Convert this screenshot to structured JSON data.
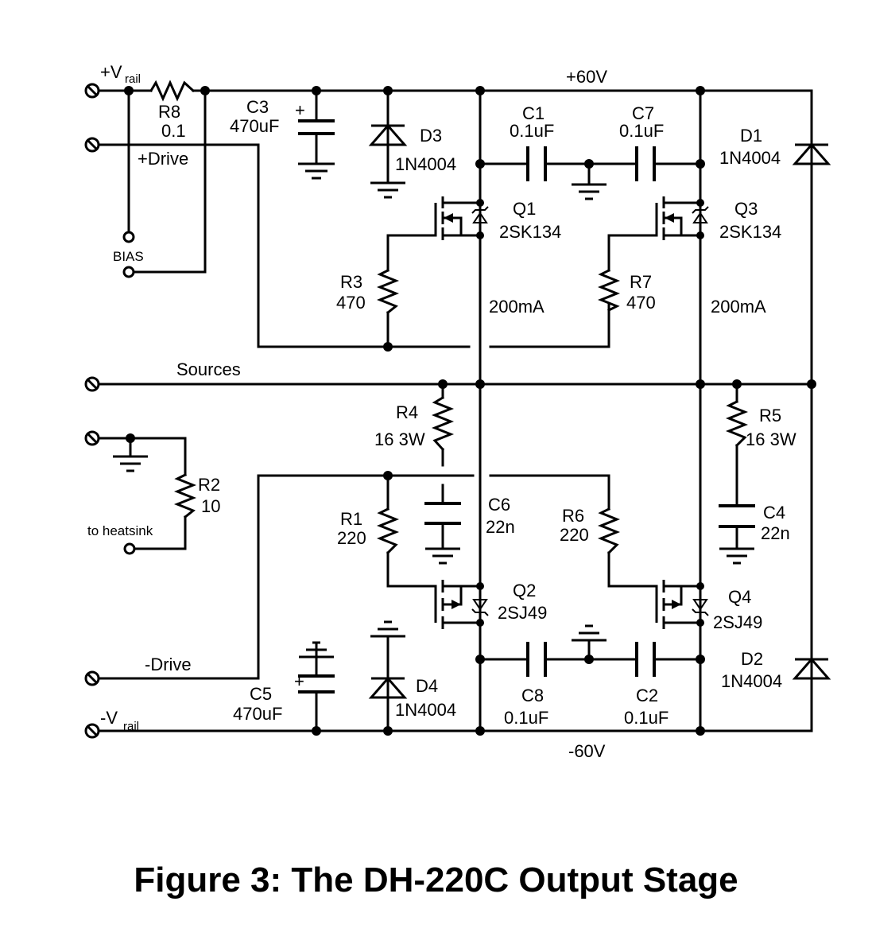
{
  "caption": "Figure 3: The DH-220C Output Stage",
  "terminals": {
    "vrail_pos_main": "+V",
    "vrail_pos_sub": "rail",
    "drive_pos": "+Drive",
    "bias": "BIAS",
    "sources": "Sources",
    "heatsink": "to heatsink",
    "drive_neg": "-Drive",
    "vrail_neg_main": "-V",
    "vrail_neg_sub": "rail"
  },
  "rails": {
    "pos": "+60V",
    "neg": "-60V"
  },
  "components": {
    "R8": {
      "ref": "R8",
      "value": "0.1"
    },
    "C3": {
      "ref": "C3",
      "value": "470uF",
      "polarity": "+"
    },
    "D3": {
      "ref": "D3",
      "value": "1N4004"
    },
    "C1": {
      "ref": "C1",
      "value": "0.1uF"
    },
    "C7": {
      "ref": "C7",
      "value": "0.1uF"
    },
    "D1": {
      "ref": "D1",
      "value": "1N4004"
    },
    "Q1": {
      "ref": "Q1",
      "value": "2SK134"
    },
    "Q3": {
      "ref": "Q3",
      "value": "2SK134"
    },
    "R3": {
      "ref": "R3",
      "value": "470"
    },
    "R7": {
      "ref": "R7",
      "value": "470"
    },
    "R4": {
      "ref": "R4",
      "value": "16 3W"
    },
    "R5": {
      "ref": "R5",
      "value": "16 3W"
    },
    "R2": {
      "ref": "R2",
      "value": "10"
    },
    "R1": {
      "ref": "R1",
      "value": "220"
    },
    "C6": {
      "ref": "C6",
      "value": "22n"
    },
    "R6": {
      "ref": "R6",
      "value": "220"
    },
    "C4": {
      "ref": "C4",
      "value": "22n"
    },
    "Q2": {
      "ref": "Q2",
      "value": "2SJ49"
    },
    "Q4": {
      "ref": "Q4",
      "value": "2SJ49"
    },
    "C5": {
      "ref": "C5",
      "value": "470uF",
      "polarity": "+"
    },
    "D4": {
      "ref": "D4",
      "value": "1N4004"
    },
    "C8": {
      "ref": "C8",
      "value": "0.1uF"
    },
    "C2": {
      "ref": "C2",
      "value": "0.1uF"
    },
    "D2": {
      "ref": "D2",
      "value": "1N4004"
    }
  },
  "currents": {
    "left": "200mA",
    "right": "200mA"
  }
}
